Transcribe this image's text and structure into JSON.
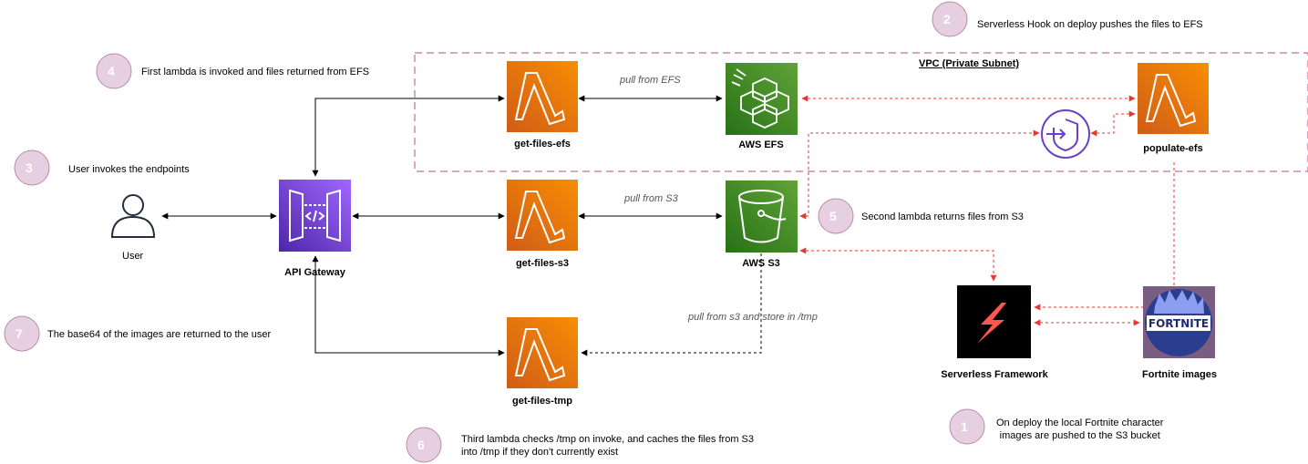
{
  "nodes": {
    "user": "User",
    "api_gateway": "API Gateway",
    "get_files_efs": "get-files-efs",
    "get_files_s3": "get-files-s3",
    "get_files_tmp": "get-files-tmp",
    "aws_efs": "AWS EFS",
    "aws_s3": "AWS S3",
    "populate_efs": "populate-efs",
    "serverless_framework": "Serverless Framework",
    "fortnite_images": "Fortnite images",
    "fortnite_logo_text": "FORTNITE"
  },
  "vpc_label": "VPC (Private Subnet)",
  "edge_labels": {
    "pull_from_efs": "pull from EFS",
    "pull_from_s3": "pull from S3",
    "pull_from_s3_tmp": "pull from s3 and store in /tmp"
  },
  "steps": [
    {
      "num": "1",
      "text_line1": "On deploy the local Fortnite character",
      "text_line2": "images are pushed to the S3 bucket"
    },
    {
      "num": "2",
      "text_line1": "Serverless Hook on deploy pushes the files to EFS"
    },
    {
      "num": "3",
      "text_line1": "User invokes the endpoints"
    },
    {
      "num": "4",
      "text_line1": "First lambda is invoked and files returned from EFS"
    },
    {
      "num": "5",
      "text_line1": "Second lambda returns files from S3"
    },
    {
      "num": "6",
      "text_line1": "Third lambda checks /tmp on invoke, and caches the files from S3",
      "text_line2": "into /tmp if they don't currently exist"
    },
    {
      "num": "7",
      "text_line1": "The base64 of the images are returned to the user"
    }
  ],
  "colors": {
    "lambda_top": "#f78e04",
    "lambda_bottom": "#d05c17",
    "storage_top": "#60a337",
    "storage_bottom": "#277116",
    "apigw_top": "#945df2",
    "apigw_bottom": "#5a30b5",
    "badge_fill": "#e6cfe1",
    "badge_border": "#b98cb0",
    "red_dashed": "#e53935",
    "vpc_border": "#c98bb0",
    "endpoint_purple": "#6b3fc7"
  }
}
